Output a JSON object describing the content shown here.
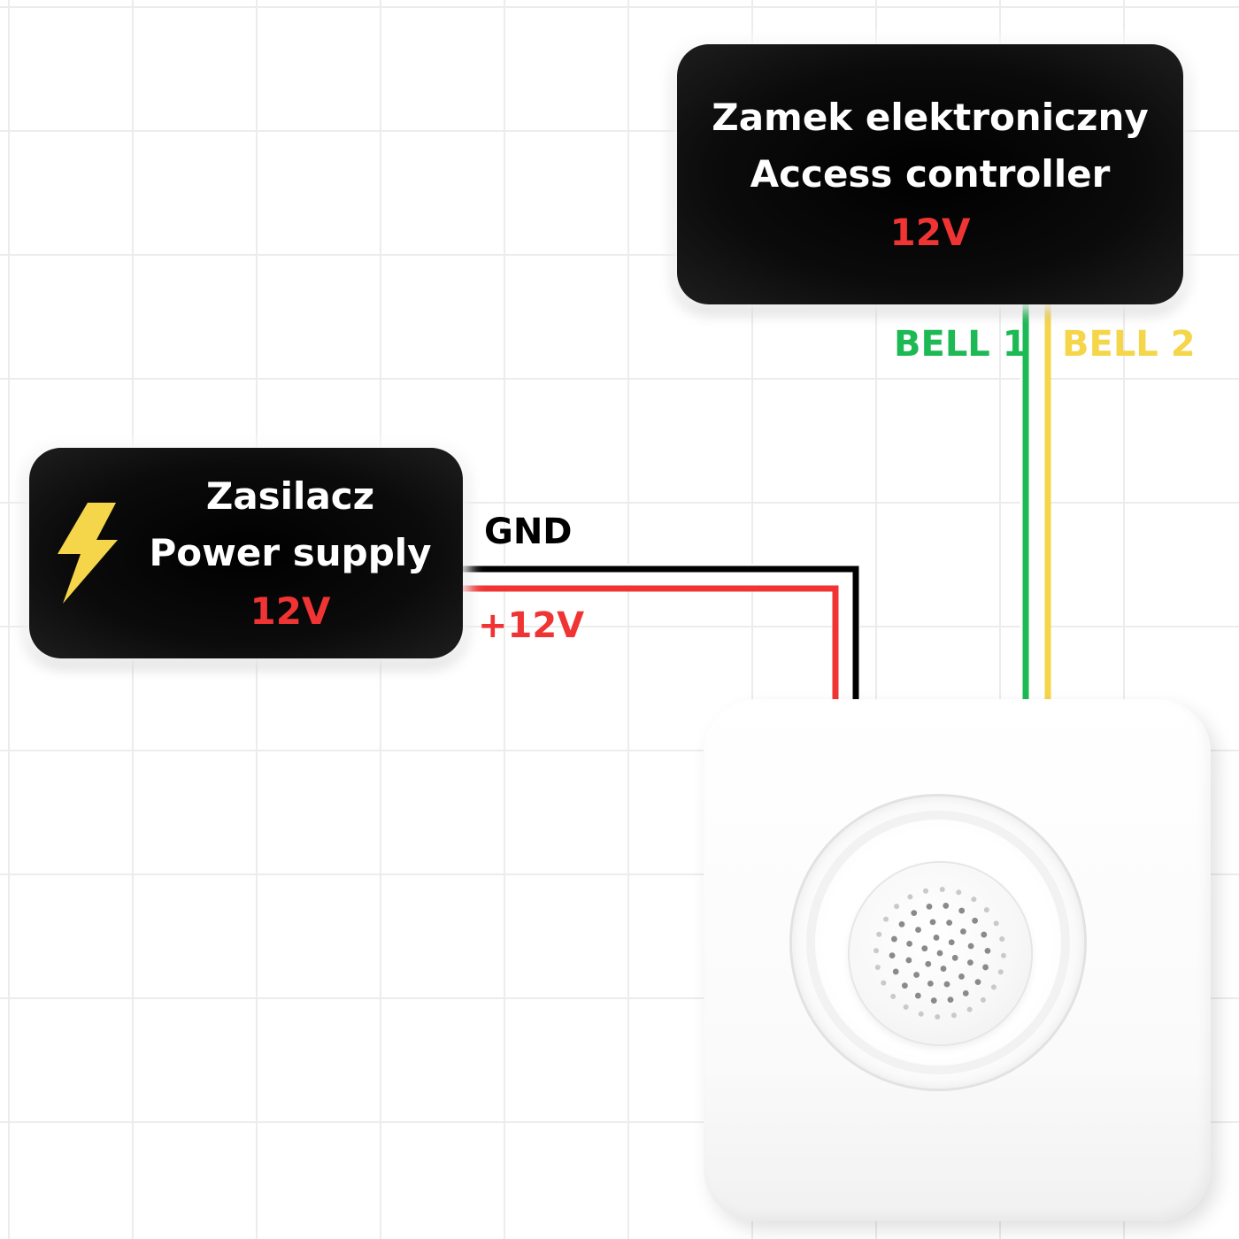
{
  "access_controller": {
    "title_pl": "Zamek elektroniczny",
    "title_en": "Access controller",
    "voltage": "12V"
  },
  "power_supply": {
    "title_pl": "Zasilacz",
    "title_en": "Power supply",
    "voltage": "12V",
    "icon": "lightning-bolt-icon"
  },
  "wires": {
    "gnd": "GND",
    "plus12v": "+12V",
    "bell1": "BELL 1",
    "bell2": "BELL 2"
  },
  "colors": {
    "gnd": "#000000",
    "plus12v": "#f03434",
    "bell1": "#1db954",
    "bell2": "#f5d54a",
    "bolt": "#f5d54a"
  },
  "device": {
    "name": "doorbell-chime"
  }
}
